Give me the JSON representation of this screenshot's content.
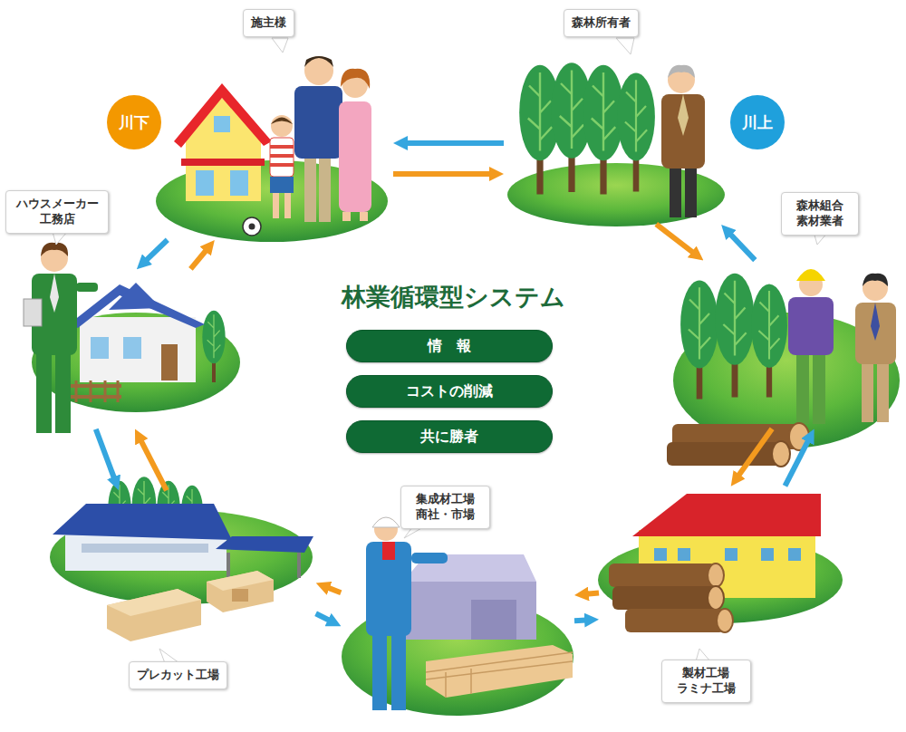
{
  "diagram": {
    "title": "林業循環型システム",
    "nodes": [
      {
        "text": [
          "施主様"
        ]
      },
      {
        "text": [
          "森林所有者"
        ]
      },
      {
        "text": [
          "森林組合 素材業者"
        ]
      },
      {
        "text": [
          "製材工場 ラミナ工場"
        ]
      },
      {
        "text": [
          "集成材工場 商社・市場"
        ]
      },
      {
        "text": [
          "プレカット工場"
        ]
      },
      {
        "text": [
          "ハウスメーカー 工務店"
        ]
      },
      {
        "text": [
          "川下"
        ]
      },
      {
        "text": [
          "川上"
        ]
      },
      {
        "text": [
          "情　報"
        ]
      },
      {
        "text": [
          "コストの削減"
        ]
      },
      {
        "text": [
          "共に勝者"
        ]
      }
    ],
    "edges": [
      {
        "from": 1,
        "to": 0,
        "arrow": "to"
      },
      {
        "from": 0,
        "to": 1,
        "arrow": "to"
      },
      {
        "from": 1,
        "to": 2,
        "arrow": "to"
      },
      {
        "from": 2,
        "to": 1,
        "arrow": "to"
      },
      {
        "from": 2,
        "to": 3,
        "arrow": "to"
      },
      {
        "from": 3,
        "to": 2,
        "arrow": "to"
      },
      {
        "from": 3,
        "to": 4,
        "arrow": "to"
      },
      {
        "from": 4,
        "to": 3,
        "arrow": "to"
      },
      {
        "from": 4,
        "to": 5,
        "arrow": "to"
      },
      {
        "from": 5,
        "to": 4,
        "arrow": "to"
      },
      {
        "from": 5,
        "to": 6,
        "arrow": "to"
      },
      {
        "from": 6,
        "to": 5,
        "arrow": "to"
      },
      {
        "from": 6,
        "to": 0,
        "arrow": "to"
      },
      {
        "from": 0,
        "to": 6,
        "arrow": "to"
      }
    ]
  }
}
